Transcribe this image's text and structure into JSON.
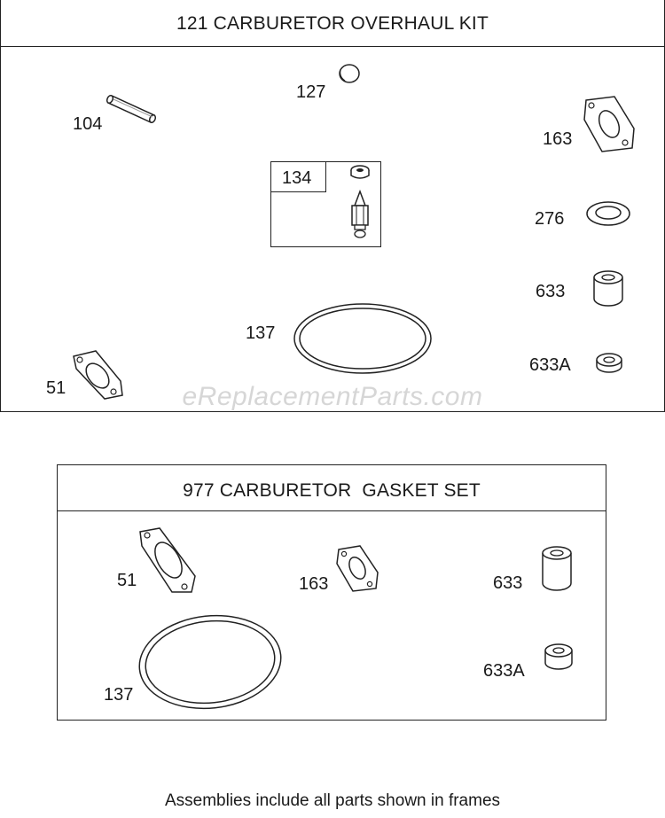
{
  "kit": {
    "title": "121 CARBURETOR OVERHAUL KIT",
    "part_labels": {
      "p104": "104",
      "p127": "127",
      "p163": "163",
      "p134": "134",
      "p276": "276",
      "p633": "633",
      "p137": "137",
      "p633a": "633A",
      "p51": "51"
    }
  },
  "gasket_set": {
    "title": "977 CARBURETOR  GASKET SET",
    "part_labels": {
      "p51": "51",
      "p163": "163",
      "p633": "633",
      "p137": "137",
      "p633a": "633A"
    }
  },
  "watermark": "eReplacementParts.com",
  "footer_note": "Assemblies include all parts shown in frames",
  "colors": {
    "line": "#222222",
    "watermark": "#d6d6d6"
  }
}
